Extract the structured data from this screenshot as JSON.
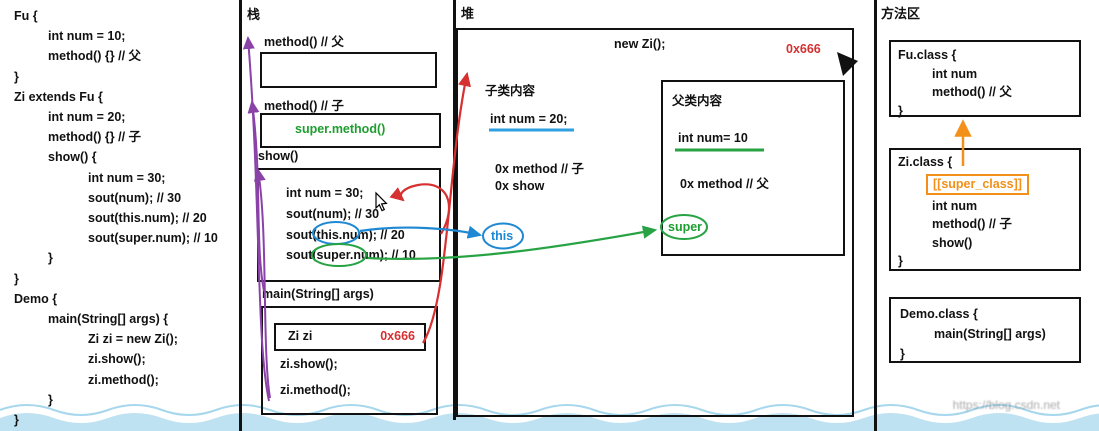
{
  "code_panel": {
    "lines": [
      "Fu {",
      "int num = 10;",
      "method() {} // 父",
      "}",
      "Zi extends Fu {",
      "int num = 20;",
      "method() {} // 子",
      "show() {",
      "int num = 30;",
      "sout(num); // 30",
      "sout(this.num); // 20",
      "sout(super.num); // 10",
      "}",
      "}",
      "Demo {",
      "main(String[] args) {",
      "Zi zi = new Zi();",
      "zi.show();",
      "zi.method();",
      "}",
      "}"
    ]
  },
  "stack": {
    "title": "栈",
    "frame_method_fu": {
      "label": "method() // 父"
    },
    "frame_method_zi": {
      "label": "method() // 子",
      "body": "super.method()"
    },
    "frame_show": {
      "label": "show()",
      "lines": [
        "int num = 30;",
        "sout(num); // 30",
        "sout(this.num); // 20",
        "sout(super.num); // 10"
      ]
    },
    "frame_main": {
      "label": "main(String[] args)",
      "var_name": "Zi zi",
      "address": "0x666",
      "lines": [
        "zi.show();",
        "zi.method();"
      ]
    }
  },
  "heap": {
    "title": "堆",
    "object_header": "new Zi();",
    "address": "0x666",
    "child_section": {
      "title": "子类内容",
      "field": "int num = 20;",
      "method_ref_1": "0x method // 子",
      "method_ref_2": "0x show",
      "this_label": "this"
    },
    "parent_section": {
      "title": "父类内容",
      "field": "int num= 10",
      "method_ref_1": "0x method // 父",
      "super_label": "super"
    }
  },
  "method_area": {
    "title": "方法区",
    "fu_class": {
      "header": "Fu.class {",
      "member_1": "int num",
      "member_2": "method() // 父",
      "close": "}"
    },
    "zi_class": {
      "header": "Zi.class {",
      "super_ref": "[[super_class]]",
      "member_1": "int num",
      "member_2": "method() // 子",
      "member_3": "show()",
      "close": "}"
    },
    "demo_class": {
      "header": "Demo.class {",
      "member_1": "main(String[] args)",
      "close": "}"
    }
  },
  "watermark": {
    "text": "https://blog.csdn.net"
  },
  "colors": {
    "reference_red": "#d63031",
    "this_blue": "#1e88d2",
    "super_green": "#27a343",
    "super_class_orange": "#f39019",
    "flow_purple": "#8a42a8",
    "wave_blue": "#bfe2f2"
  }
}
